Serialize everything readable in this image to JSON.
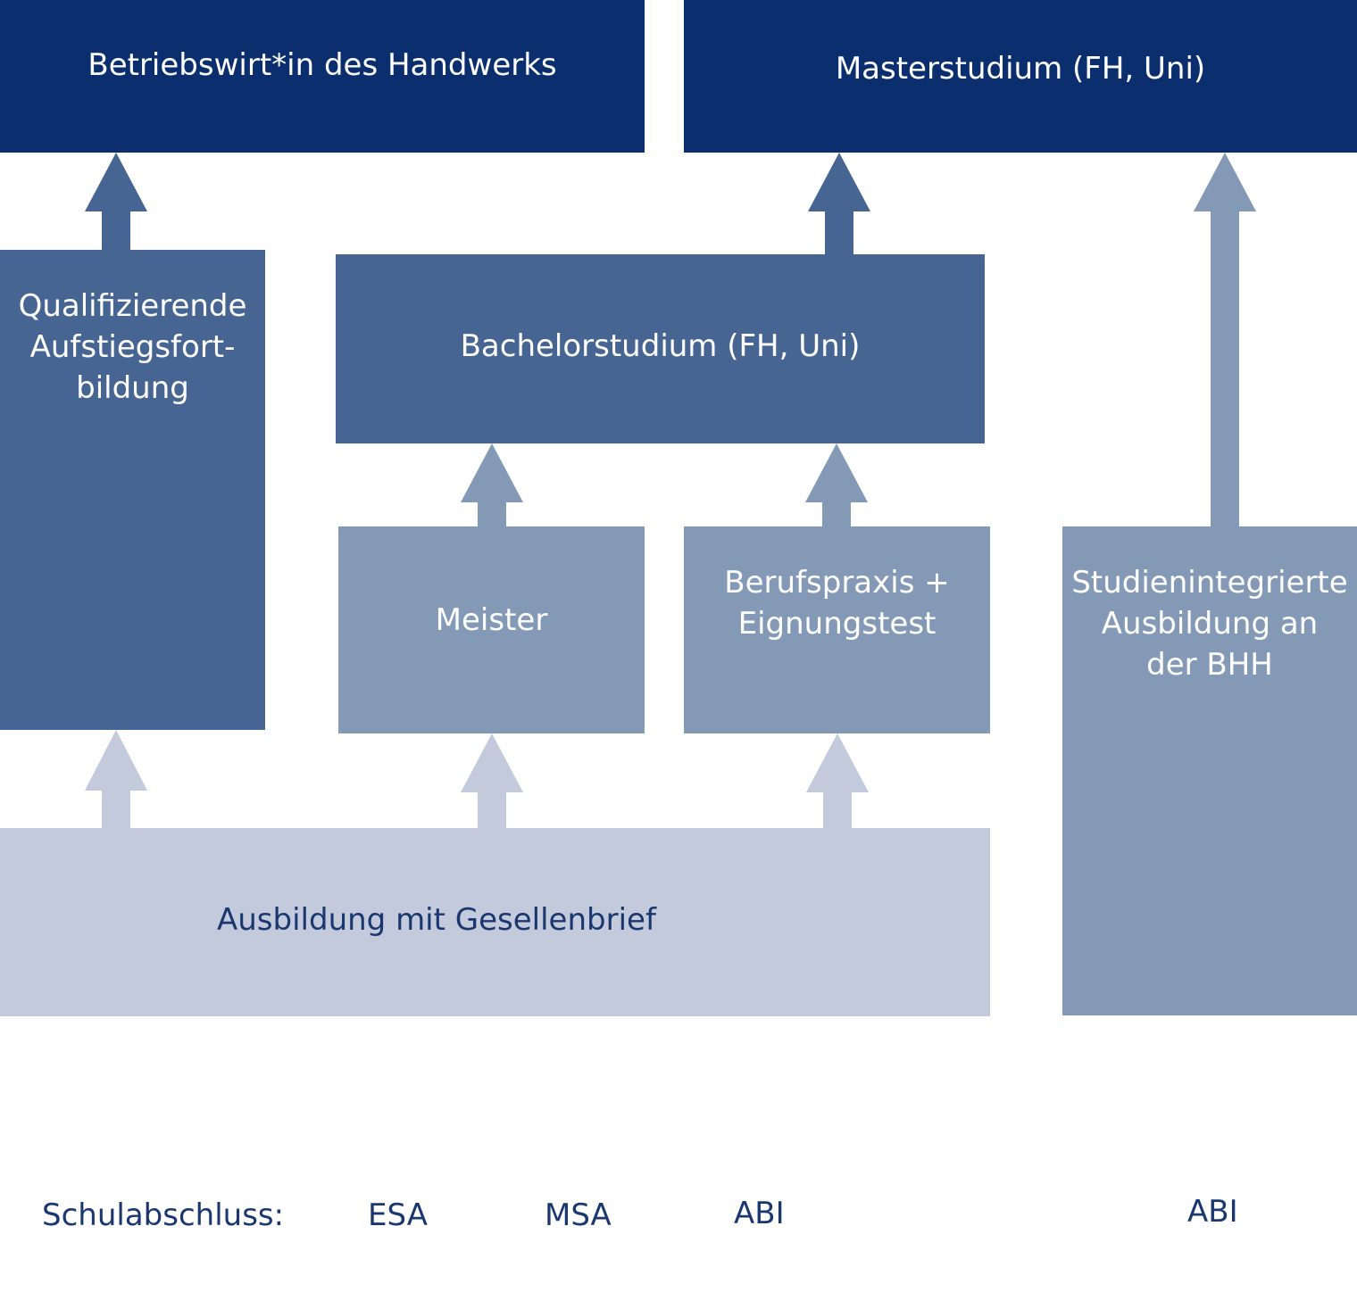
{
  "boxes": {
    "betriebswirt": "Betriebswirt*in des Handwerks",
    "masterstudium": "Masterstudium (FH, Uni)",
    "qualifizierende": [
      "Qualifizierende",
      "Aufstiegsfort-",
      "bildung"
    ],
    "bachelorstudium": "Bachelorstudium (FH, Uni)",
    "meister": "Meister",
    "berufspraxis": [
      "Berufspraxis +",
      "Eignungstest"
    ],
    "studienintegrierte": [
      "Studienintegrierte",
      "Ausbildung an",
      "der BHH"
    ],
    "ausbildung": "Ausbildung mit Gesellenbrief"
  },
  "schulabschluss": {
    "label": "Schulabschluss:",
    "esa": "ESA",
    "msa": "MSA",
    "abi_1": "ABI",
    "abi_2": "ABI"
  },
  "colors": {
    "dark": "#0b2f6e",
    "mid": "#476592",
    "light": "#8499b6",
    "pale": "#c2cadc",
    "text_dark": "#1b3770"
  }
}
